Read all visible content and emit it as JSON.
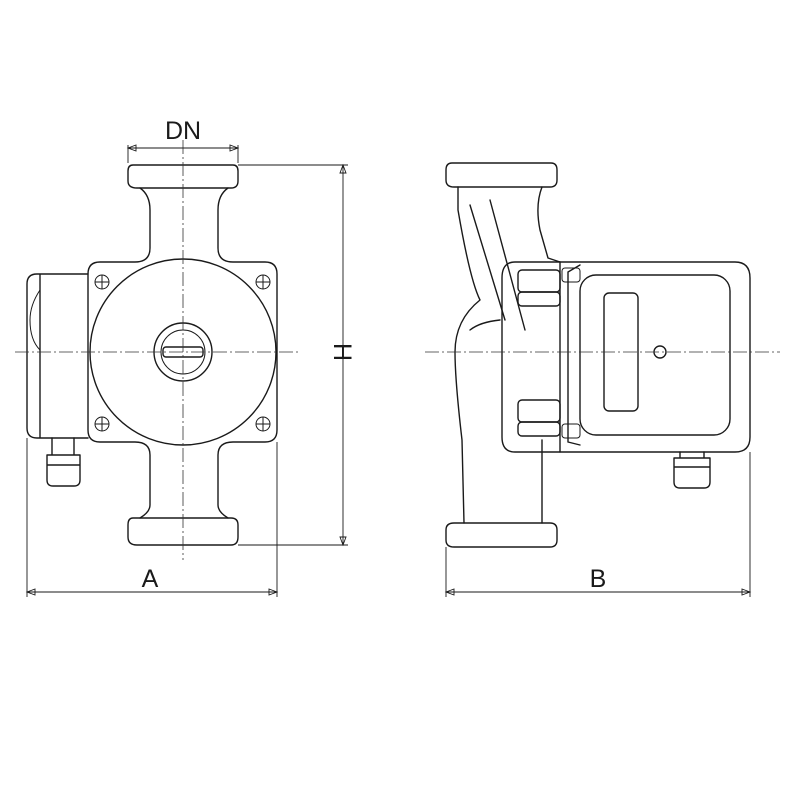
{
  "labels": {
    "dn": "DN",
    "h": "H",
    "a": "A",
    "b": "B"
  },
  "colors": {
    "line": "#1a1a1a",
    "background": "#ffffff"
  }
}
